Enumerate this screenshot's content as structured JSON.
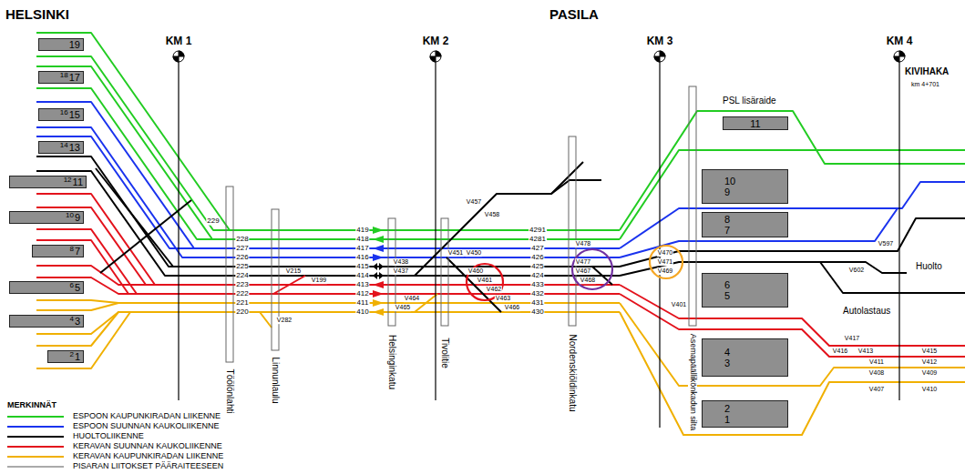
{
  "diagram": {
    "nodes": [
      {
        "text": [
          "19"
        ]
      },
      {
        "text": [
          "18",
          "17"
        ]
      },
      {
        "text": [
          "16",
          "15"
        ]
      },
      {
        "text": [
          "14",
          "13"
        ]
      },
      {
        "text": [
          "12",
          "11"
        ]
      },
      {
        "text": [
          "10",
          "9"
        ]
      },
      {
        "text": [
          "8",
          "7"
        ]
      },
      {
        "text": [
          "6",
          "5"
        ]
      },
      {
        "text": [
          "4",
          "3"
        ]
      },
      {
        "text": [
          "2",
          "1"
        ]
      },
      {
        "text": [
          "PSL lisäraide",
          "11"
        ]
      },
      {
        "text": [
          "10",
          "9"
        ]
      },
      {
        "text": [
          "8",
          "7"
        ]
      },
      {
        "text": [
          "6",
          "5"
        ]
      },
      {
        "text": [
          "4",
          "3"
        ]
      },
      {
        "text": [
          "2",
          "1"
        ]
      }
    ],
    "labels": [
      "HELSINKI",
      "PASILA",
      "KM 1",
      "KM 2",
      "KM 3",
      "KM 4",
      "KIVIHAKA",
      "km 4+701",
      "229",
      "228",
      "227",
      "226",
      "225",
      "224",
      "223",
      "222",
      "221",
      "220",
      "419",
      "418",
      "417",
      "416",
      "415",
      "414",
      "413",
      "412",
      "411",
      "410",
      "4291",
      "4281",
      "427",
      "426",
      "425",
      "424",
      "433",
      "432",
      "431",
      "430",
      "V457",
      "V458",
      "V438",
      "V437",
      "V451",
      "V450",
      "V460",
      "V461",
      "V462",
      "V463",
      "V466",
      "V464",
      "V465",
      "V215",
      "V199",
      "V282",
      "V478",
      "V477",
      "V467",
      "V468",
      "V470",
      "V471",
      "V469",
      "V401",
      "V597",
      "V602",
      "V417",
      "V416",
      "V413",
      "V415",
      "V411",
      "V412",
      "V408",
      "V409",
      "V407",
      "V410",
      "Huolto",
      "Autolastaus",
      "Töölönlahti",
      "Linnunlaulu",
      "Helsinginkatu",
      "Tivolitie",
      "Nordenskiöldinkatu",
      "Asemapäällikönkadun silta",
      "MERKINNÄT"
    ],
    "legend": [
      {
        "text": "ESPOON KAUPUNKIRADAN LIIKENNE"
      },
      {
        "text": "ESPOON SUUNNAN KAUKOLIIKENNE"
      },
      {
        "text": "HUOLTOLIIKENNE"
      },
      {
        "text": "KERAVAN SUUNNAN KAUKOLIIKENNE"
      },
      {
        "text": "KERAVAN KAUPUNKIRADAN LIIKENNE"
      },
      {
        "text": "PISARAN LIITOKSET PÄÄRAITEESEEN"
      }
    ]
  }
}
